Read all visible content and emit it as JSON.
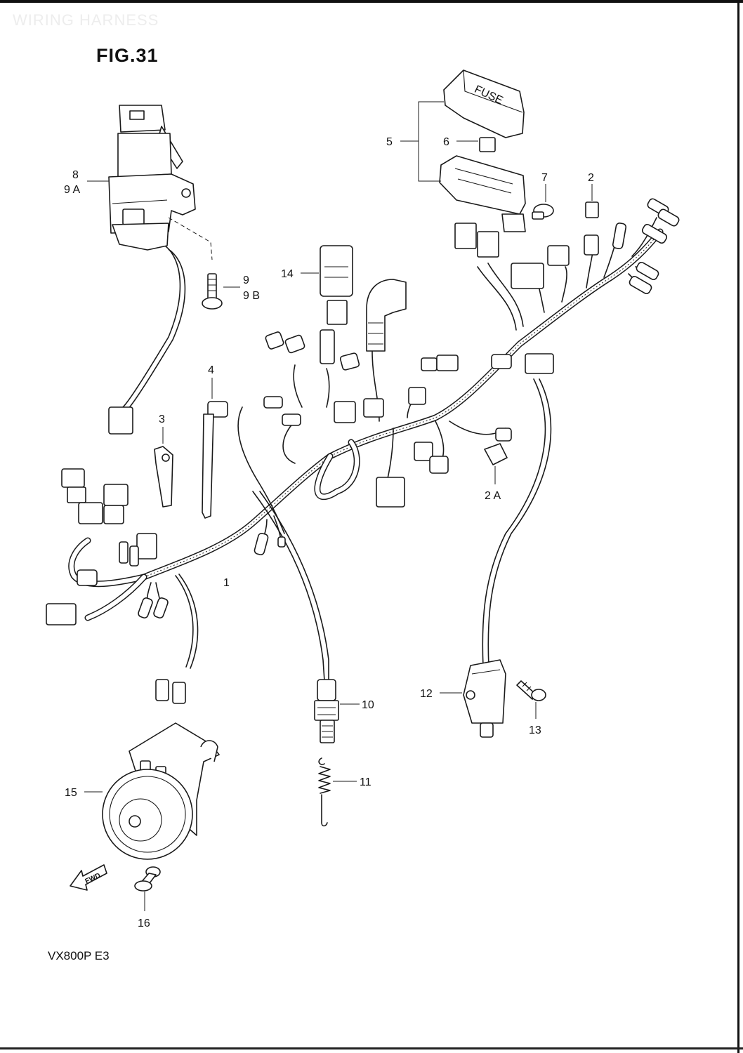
{
  "header": {
    "title": "WIRING HARNESS",
    "figure": "FIG.31"
  },
  "footer": {
    "model": "VX800P  E3"
  },
  "diagram": {
    "fwd_label": "FWD",
    "callouts": {
      "c1": "1",
      "c2": "2",
      "c2a": "2 A",
      "c3": "3",
      "c4": "4",
      "c5": "5",
      "c6": "6",
      "c7": "7",
      "c8": "8",
      "c9a": "9 A",
      "c9": "9",
      "c9b": "9 B",
      "c10": "10",
      "c11": "11",
      "c12": "12",
      "c13": "13",
      "c14": "14",
      "c15": "15",
      "c16": "16"
    },
    "fuse_label": "FUSE"
  }
}
